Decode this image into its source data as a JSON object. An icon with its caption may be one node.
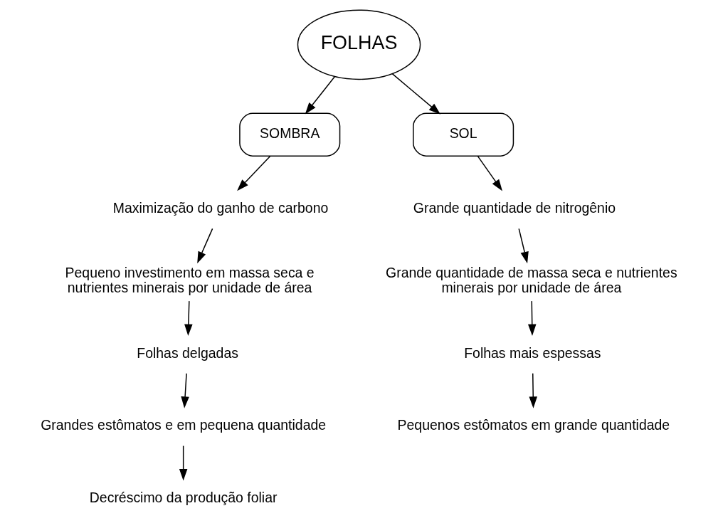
{
  "diagram": {
    "nodes": [
      {
        "text": [
          "FOLHAS"
        ]
      },
      {
        "text": [
          "SOMBRA"
        ]
      },
      {
        "text": [
          "SOL"
        ]
      },
      {
        "text": [
          "Maximização do ganho de carbono"
        ]
      },
      {
        "text": [
          "Grande quantidade de nitrogênio"
        ]
      },
      {
        "text": [
          "Pequeno investimento em massa seca e nutrientes minerais por unidade de área"
        ]
      },
      {
        "text": [
          "Grande quantidade de massa seca e nutrientes minerais por unidade de área"
        ]
      },
      {
        "text": [
          "Folhas delgadas"
        ]
      },
      {
        "text": [
          "Folhas mais espessas"
        ]
      },
      {
        "text": [
          "Grandes estômatos e em pequena quantidade"
        ]
      },
      {
        "text": [
          "Pequenos estômatos em grande quantidade"
        ]
      },
      {
        "text": [
          "Decréscimo da produção foliar"
        ]
      }
    ],
    "edges": [
      {
        "from": 0,
        "to": 1,
        "arrow": "to"
      },
      {
        "from": 0,
        "to": 2,
        "arrow": "to"
      },
      {
        "from": 1,
        "to": 3,
        "arrow": "to"
      },
      {
        "from": 2,
        "to": 4,
        "arrow": "to"
      },
      {
        "from": 3,
        "to": 5,
        "arrow": "to"
      },
      {
        "from": 4,
        "to": 6,
        "arrow": "to"
      },
      {
        "from": 5,
        "to": 7,
        "arrow": "to"
      },
      {
        "from": 6,
        "to": 8,
        "arrow": "to"
      },
      {
        "from": 7,
        "to": 9,
        "arrow": "to"
      },
      {
        "from": 8,
        "to": 10,
        "arrow": "to"
      },
      {
        "from": 9,
        "to": 11,
        "arrow": "to"
      }
    ]
  }
}
